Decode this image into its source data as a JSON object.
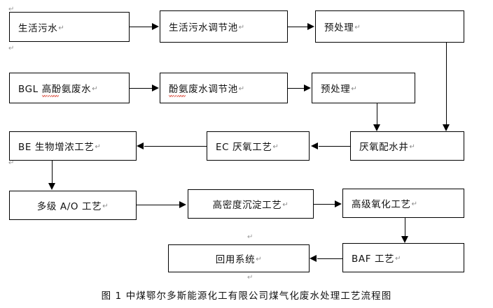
{
  "diagram": {
    "title_caption": "图 1  中煤鄂尔多斯能源化工有限公司煤气化废水处理工艺流程图",
    "paragraph_mark": "↵",
    "nodes": {
      "domestic_sewage": {
        "label": "生活污水"
      },
      "domestic_regulate_tank": {
        "label": "生活污水调节池"
      },
      "pretreatment_1": {
        "label": "预处理"
      },
      "bgl_phenol_ammonia": {
        "label": "BGL 高酚氨废水"
      },
      "phenol_regulate_tank": {
        "label": "酚氨废水调节池"
      },
      "pretreatment_2": {
        "label": "预处理"
      },
      "be_bio_thickening": {
        "label": "BE 生物增浓工艺"
      },
      "ec_anaerobic": {
        "label": "EC 厌氧工艺"
      },
      "anaerobic_water_well": {
        "label": "厌氧配水井"
      },
      "multistage_ao": {
        "label": "多级 A/O 工艺"
      },
      "high_density_settling": {
        "label": "高密度沉淀工艺"
      },
      "advanced_oxidation": {
        "label": "高级氧化工艺"
      },
      "reuse_system": {
        "label": "回用系统"
      },
      "baf_process": {
        "label": "BAF 工艺"
      }
    },
    "flows": [
      {
        "from": "domestic_sewage",
        "to": "domestic_regulate_tank"
      },
      {
        "from": "domestic_regulate_tank",
        "to": "pretreatment_1"
      },
      {
        "from": "pretreatment_1",
        "to": "anaerobic_water_well"
      },
      {
        "from": "bgl_phenol_ammonia",
        "to": "phenol_regulate_tank"
      },
      {
        "from": "phenol_regulate_tank",
        "to": "pretreatment_2"
      },
      {
        "from": "pretreatment_2",
        "to": "anaerobic_water_well"
      },
      {
        "from": "anaerobic_water_well",
        "to": "ec_anaerobic"
      },
      {
        "from": "ec_anaerobic",
        "to": "be_bio_thickening"
      },
      {
        "from": "be_bio_thickening",
        "to": "multistage_ao"
      },
      {
        "from": "multistage_ao",
        "to": "high_density_settling"
      },
      {
        "from": "high_density_settling",
        "to": "advanced_oxidation"
      },
      {
        "from": "advanced_oxidation",
        "to": "baf_process"
      },
      {
        "from": "baf_process",
        "to": "reuse_system"
      }
    ],
    "colors": {
      "line": "#000000",
      "box_border": "#000000",
      "text": "#111111",
      "background": "#ffffff",
      "spellcheck_underline": "#d94a3a"
    }
  }
}
